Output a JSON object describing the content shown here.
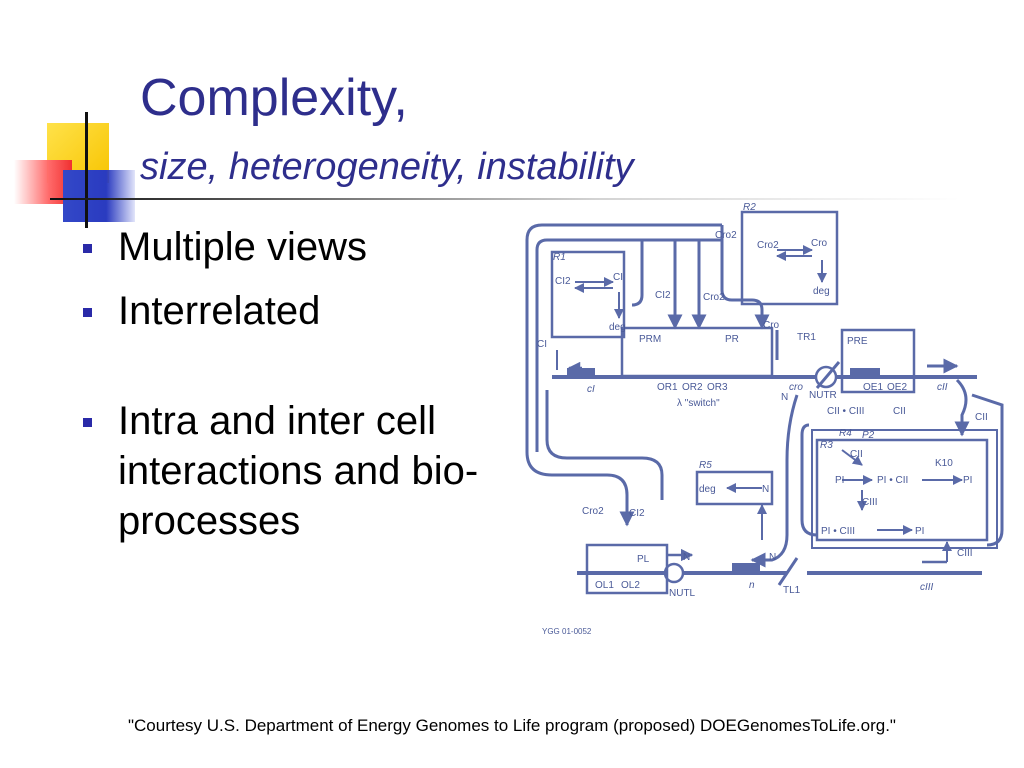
{
  "slide": {
    "title": "Complexity,",
    "subtitle": "size, heterogeneity, instability",
    "bullets": [
      "Multiple views",
      "Interrelated",
      "Intra and inter cell interactions and bio-processes"
    ],
    "footer": "\"Courtesy U.S. Department of Energy Genomes to Life program (proposed) DOEGenomesToLife.org.\""
  },
  "colors": {
    "title": "#2e2e8c",
    "bullet": "#2a2aa8",
    "diagram": "#5a6aa8"
  },
  "diagram": {
    "r1": "R1",
    "r2": "R2",
    "r3": "R3",
    "r4": "R4",
    "r5": "R5",
    "p2": "P2",
    "cro2": "Cro2",
    "cro": "Cro",
    "ci2": "CI2",
    "ci": "CI",
    "deg": "deg",
    "prm": "PRM",
    "pr": "PR",
    "pre": "PRE",
    "pl": "PL",
    "tr1": "TR1",
    "tl1": "TL1",
    "or1": "OR1",
    "or2": "OR2",
    "or3": "OR3",
    "oe1": "OE1",
    "oe2": "OE2",
    "ol1": "OL1",
    "ol2": "OL2",
    "gene_ci": "cI",
    "gene_cro": "cro",
    "gene_cii": "cII",
    "gene_n": "n",
    "gene_ciii": "cIII",
    "switch": "λ \"switch\"",
    "nutr": "NUTR",
    "nutl": "NUTL",
    "n": "N",
    "cii": "CII",
    "ciii": "CIII",
    "cii_ciii": "CII • CIII",
    "pi": "PI",
    "pi_cii": "PI • CII",
    "pi_ciii": "PI • CIII",
    "k10": "K10",
    "ygg": "YGG 01-0052"
  }
}
